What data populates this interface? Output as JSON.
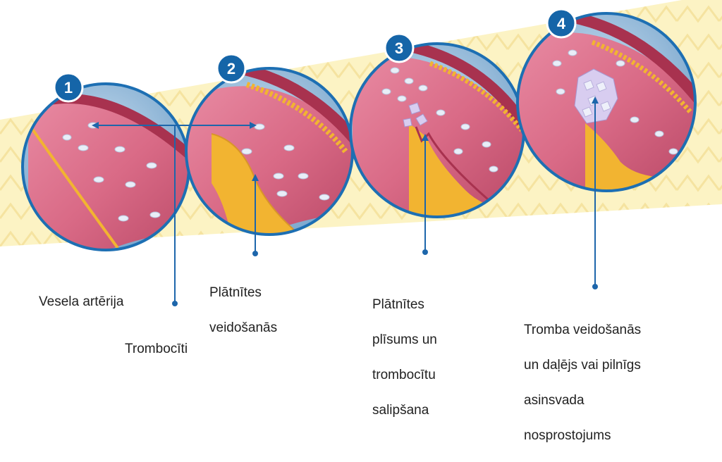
{
  "stages": [
    {
      "number": "1",
      "circle": "circle-1"
    },
    {
      "number": "2",
      "circle": "circle-2"
    },
    {
      "number": "3",
      "circle": "circle-3"
    },
    {
      "number": "4",
      "circle": "circle-4"
    }
  ],
  "labels": {
    "healthy_artery": "Vesela artērija",
    "platelets": "Trombocīti",
    "plaque_formation": [
      "Plātnītes",
      "veidošanās"
    ],
    "plaque_rupture": [
      "Plātnītes",
      "plīsums un",
      "trombocītu",
      "salipšana"
    ],
    "thrombus": [
      "Tromba veidošanās",
      "un daļējs vai pilnīgs",
      "asinsvada",
      "nosprostojums"
    ]
  },
  "colors": {
    "badge": "#1565a8",
    "ring": "#1d6fb3",
    "pointer": "#1d66ab",
    "vessel": "#d96a86",
    "wall": "#a8324f",
    "plaque": "#f2b431",
    "band": "#fcf3c4",
    "lumen_bg": "#8fb8d8"
  }
}
